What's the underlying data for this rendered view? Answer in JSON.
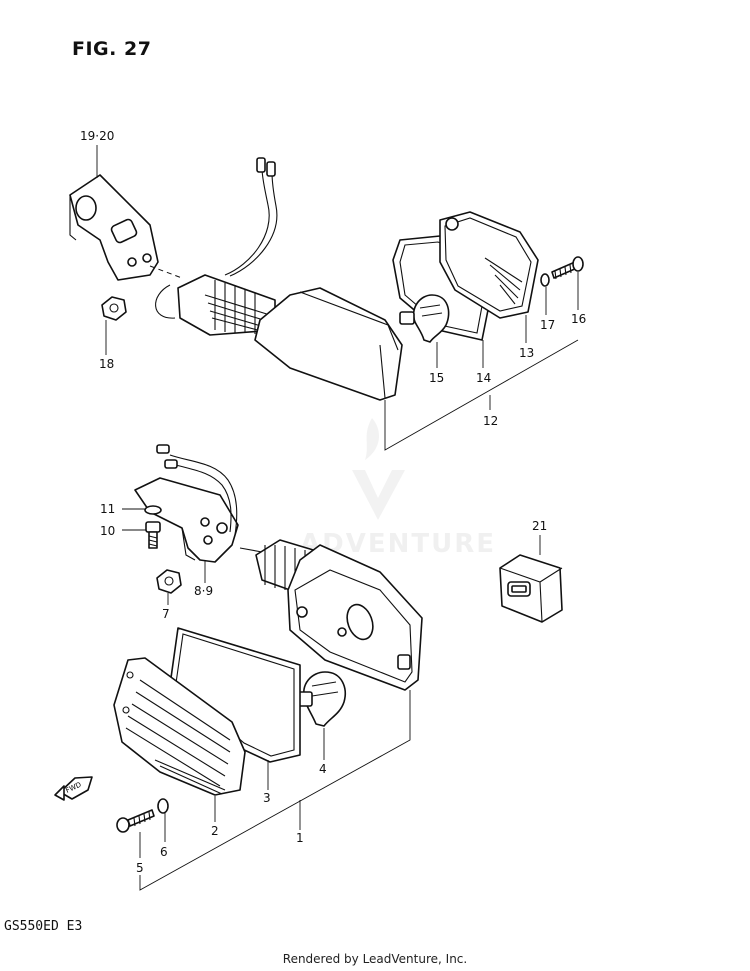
{
  "figure": {
    "title": "FIG. 27",
    "model": "GS550ED  E3",
    "footer": "Rendered by LeadVenture, Inc.",
    "watermark": "ADVENTURE",
    "fwd_label": "FWD"
  },
  "callouts": [
    {
      "id": "c-19-20",
      "text": "19·20"
    },
    {
      "id": "c-18",
      "text": "18"
    },
    {
      "id": "c-12",
      "text": "12"
    },
    {
      "id": "c-13",
      "text": "13"
    },
    {
      "id": "c-14",
      "text": "14"
    },
    {
      "id": "c-15",
      "text": "15"
    },
    {
      "id": "c-16",
      "text": "16"
    },
    {
      "id": "c-17",
      "text": "17"
    },
    {
      "id": "c-11",
      "text": "11"
    },
    {
      "id": "c-10",
      "text": "10"
    },
    {
      "id": "c-8-9",
      "text": "8·9"
    },
    {
      "id": "c-7",
      "text": "7"
    },
    {
      "id": "c-21",
      "text": "21"
    },
    {
      "id": "c-4",
      "text": "4"
    },
    {
      "id": "c-3",
      "text": "3"
    },
    {
      "id": "c-2",
      "text": "2"
    },
    {
      "id": "c-1",
      "text": "1"
    },
    {
      "id": "c-5",
      "text": "5"
    },
    {
      "id": "c-6",
      "text": "6"
    }
  ]
}
